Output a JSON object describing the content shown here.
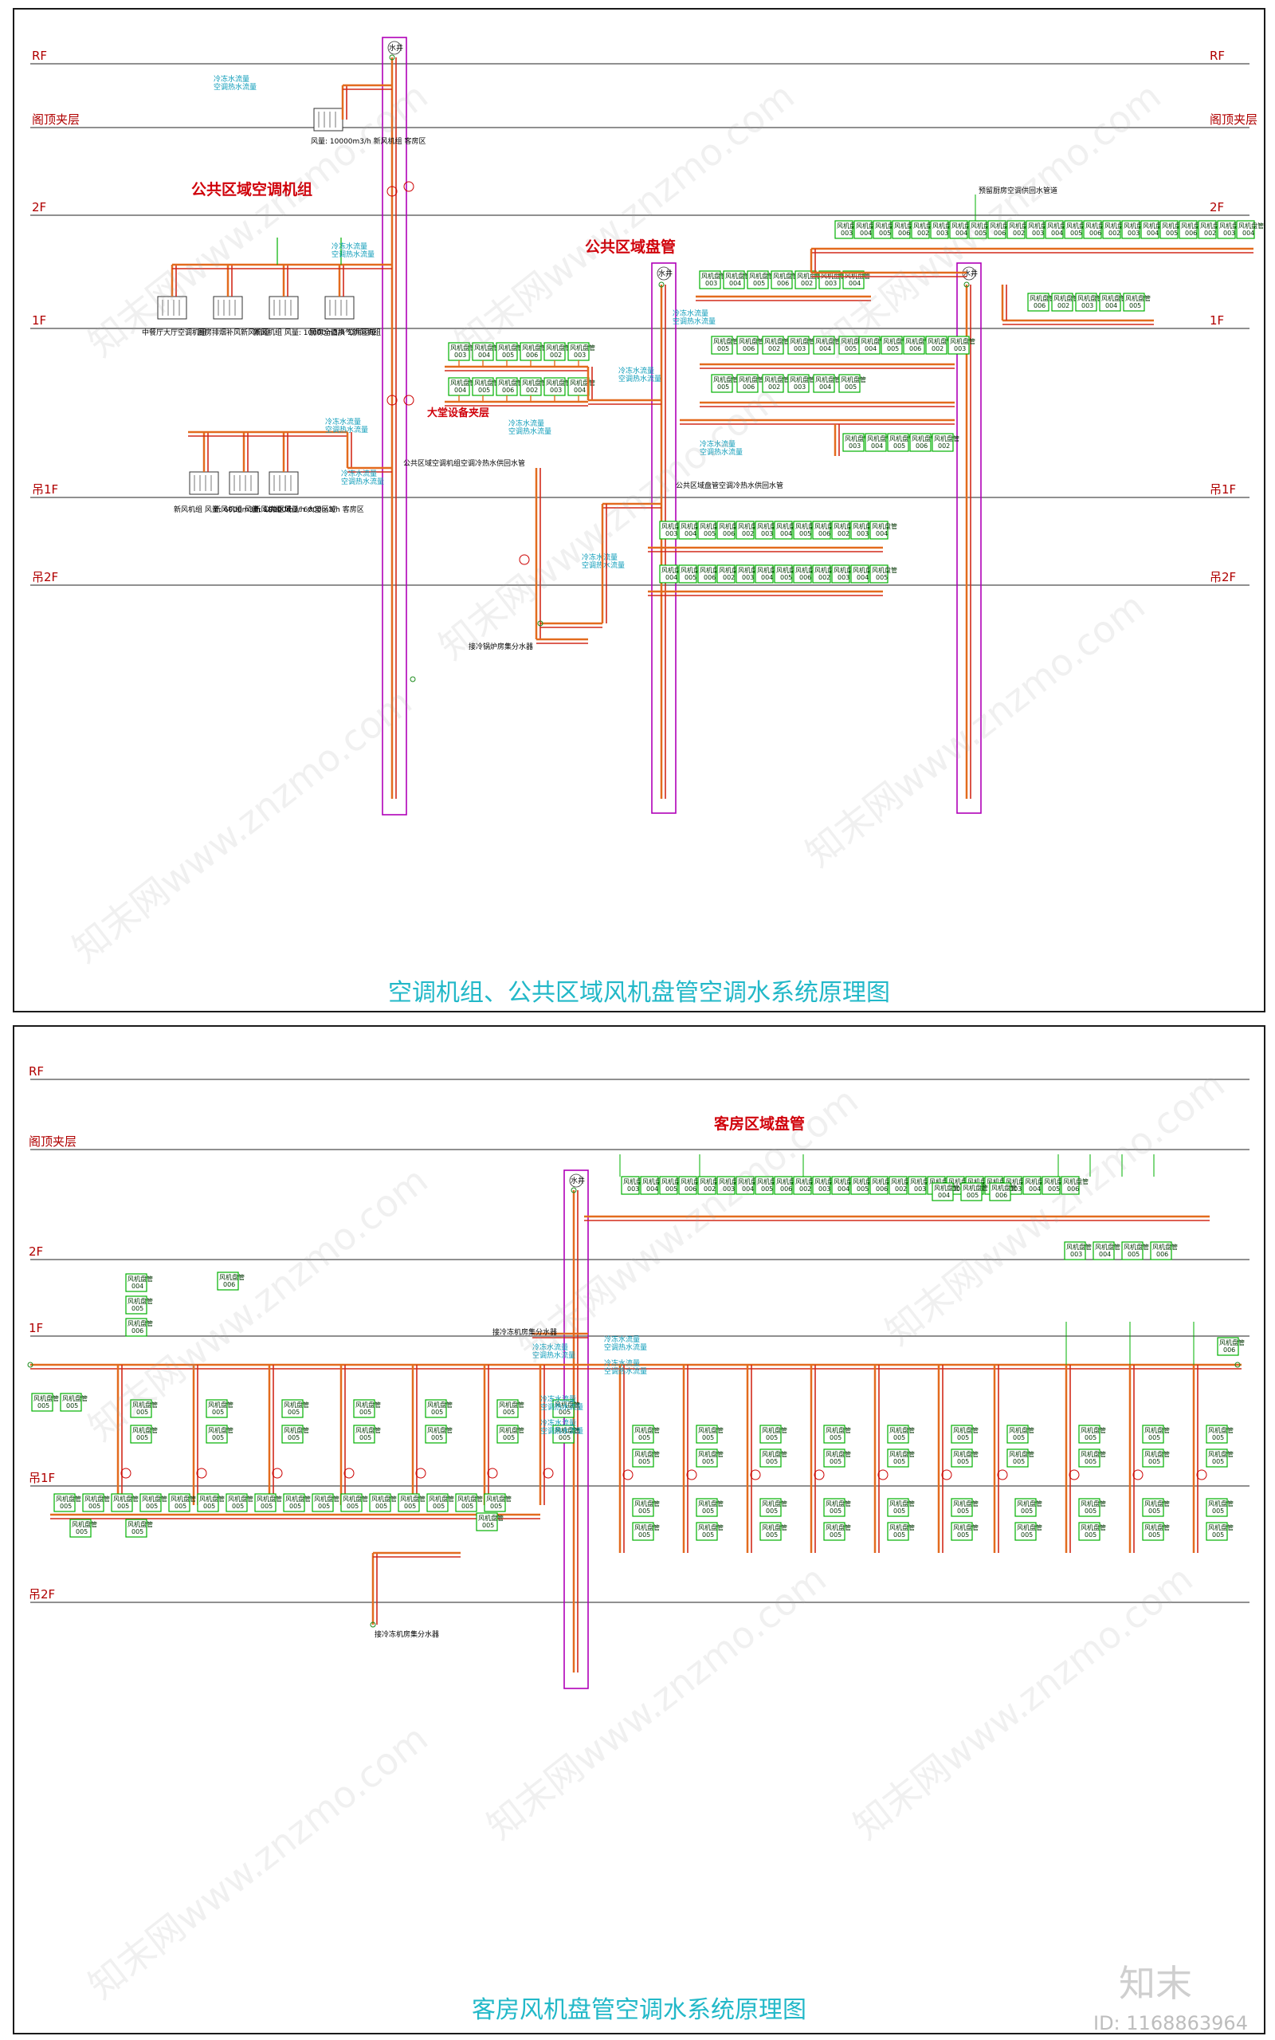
{
  "levels_top": [
    "RF",
    "阁顶夹层",
    "2F",
    "1F",
    "吊1F",
    "吊2F"
  ],
  "levels_bottom": [
    "RF",
    "阁顶夹层",
    "2F",
    "1F",
    "吊1F",
    "吊2F"
  ],
  "top_title": "空调机组、公共区域风机盘管空调水系统原理图",
  "bottom_title": "客房风机盘管空调水系统原理图",
  "top_subtitles": {
    "ahu": "公共区域空调机组",
    "public_fcu": "公共区域盘管",
    "lobby": "大堂设备夹层"
  },
  "bottom_subtitle": "客房区域盘管",
  "well": "水井",
  "fcu_label": "风机盘管",
  "fcu_codes": [
    "003",
    "004",
    "005",
    "006",
    "002"
  ],
  "flow_cold": "冷冻水流量",
  "flow_hot": "空调热水流量",
  "notes": {
    "rf_ahu": "风量: 10000m3/h 新风机组 客房区",
    "mezz_reserve": "预留厨房空调供回水管道",
    "ahu_1f_labels": [
      "中餐厅大厅空调机组",
      "厨房排烟补风新风机组",
      "新风机组 风量: 10000m3/h 公共区域",
      "厨房全面换气新风机组"
    ],
    "ahu_b1_labels": [
      "新风机组 风量: 6000m3/h 公共区域",
      "新风机组 风量: 10000m3/h 大堂区域",
      "新风机组 风量: 6000m3/h 客房区"
    ],
    "riser_top": "公共区域空调机组空调冷热水供回水管",
    "riser_fcu": "公共区域盘管空调冷热水供回水管",
    "boiler": "接冷锅炉房集分水器",
    "boiler_bottom": "接冷冻机房集分水器"
  },
  "brand": {
    "logo": "知末",
    "id": "ID: 1168863964"
  },
  "watermark": "知末网www.znzmo.com",
  "colors": {
    "supply": "#e36b1e",
    "return": "#d22a1a",
    "branch": "#00b000",
    "riser": "#b000b8",
    "level": "#8a0000",
    "cyan": "#1fb8c8"
  }
}
